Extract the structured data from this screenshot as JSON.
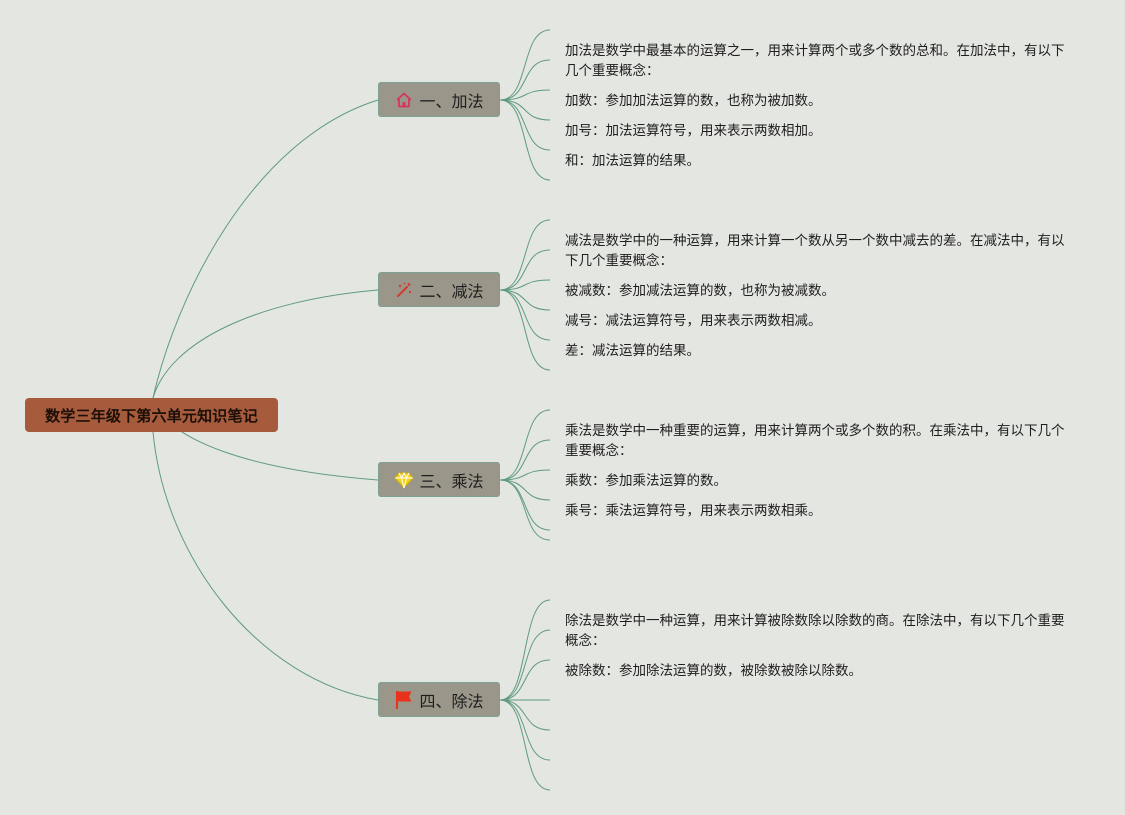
{
  "root": {
    "label": "数学三年级下第六单元知识笔记"
  },
  "branches": [
    {
      "label": "一、加法",
      "icon": "house-icon",
      "leaves": [
        "加法是数学中最基本的运算之一，用来计算两个或多个数的总和。在加法中，有以下几个重要概念：",
        "加数：参加加法运算的数，也称为被加数。",
        "加号：加法运算符号，用来表示两数相加。",
        "和：加法运算的结果。"
      ]
    },
    {
      "label": "二、减法",
      "icon": "magic-wand-icon",
      "leaves": [
        "减法是数学中的一种运算，用来计算一个数从另一个数中减去的差。在减法中，有以下几个重要概念：",
        "被减数：参加减法运算的数，也称为被减数。",
        "减号：减法运算符号，用来表示两数相减。",
        "差：减法运算的结果。"
      ]
    },
    {
      "label": "三、乘法",
      "icon": "diamond-icon",
      "leaves": [
        "乘法是数学中一种重要的运算，用来计算两个或多个数的积。在乘法中，有以下几个重要概念：",
        "乘数：参加乘法运算的数。",
        "乘号：乘法运算符号，用来表示两数相乘。"
      ]
    },
    {
      "label": "四、除法",
      "icon": "flag-icon",
      "leaves": [
        "除法是数学中一种运算，用来计算被除数除以除数的商。在除法中，有以下几个重要概念：",
        "被除数：参加除法运算的数，被除数被除以除数。"
      ]
    }
  ],
  "colors": {
    "background": "#e4e6e2",
    "root": "#a65b3c",
    "branch": "#9b968a",
    "link": "#5f9a82"
  }
}
